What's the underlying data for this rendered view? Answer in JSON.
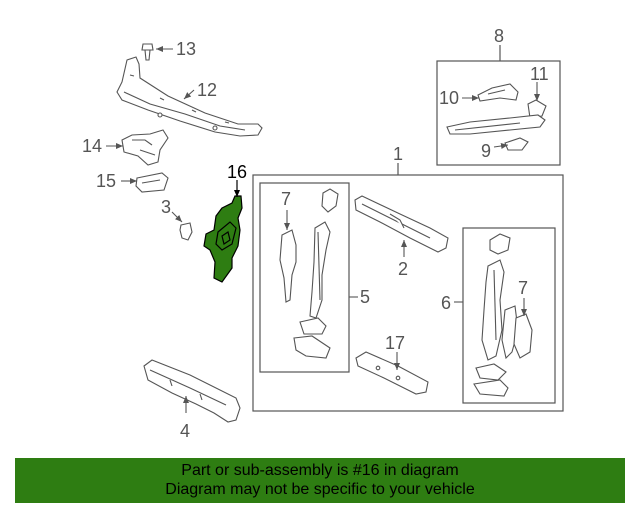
{
  "colors": {
    "highlight": "#2e7d12",
    "banner": "#2e7d12",
    "line": "#555555",
    "text": "#555555"
  },
  "callouts": {
    "c1": "1",
    "c2": "2",
    "c3": "3",
    "c4": "4",
    "c5": "5",
    "c6": "6",
    "c7a": "7",
    "c7b": "7",
    "c8": "8",
    "c9": "9",
    "c10": "10",
    "c11": "11",
    "c12": "12",
    "c13": "13",
    "c14": "14",
    "c15": "15",
    "c16": "16",
    "c17": "17"
  },
  "highlighted_part": "16",
  "banner": {
    "line1": "Part or sub-assembly is #16 in diagram",
    "line2": "Diagram may not be specific to your vehicle"
  }
}
